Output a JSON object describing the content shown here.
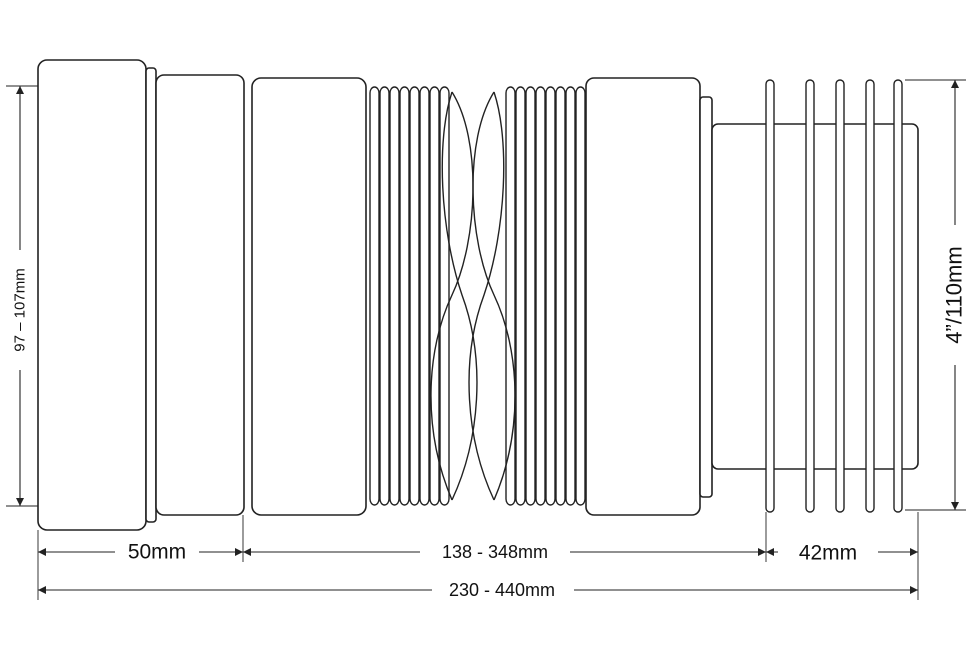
{
  "dimensions": {
    "inlet_diameter": "97 – 107mm",
    "outlet_diameter": "4”/110mm",
    "socket_length": "50mm",
    "flexible_length": "138 - 348mm",
    "spigot_length": "42mm",
    "total_length": "230 - 440mm"
  },
  "colors": {
    "line": "#222222",
    "background": "#ffffff"
  }
}
